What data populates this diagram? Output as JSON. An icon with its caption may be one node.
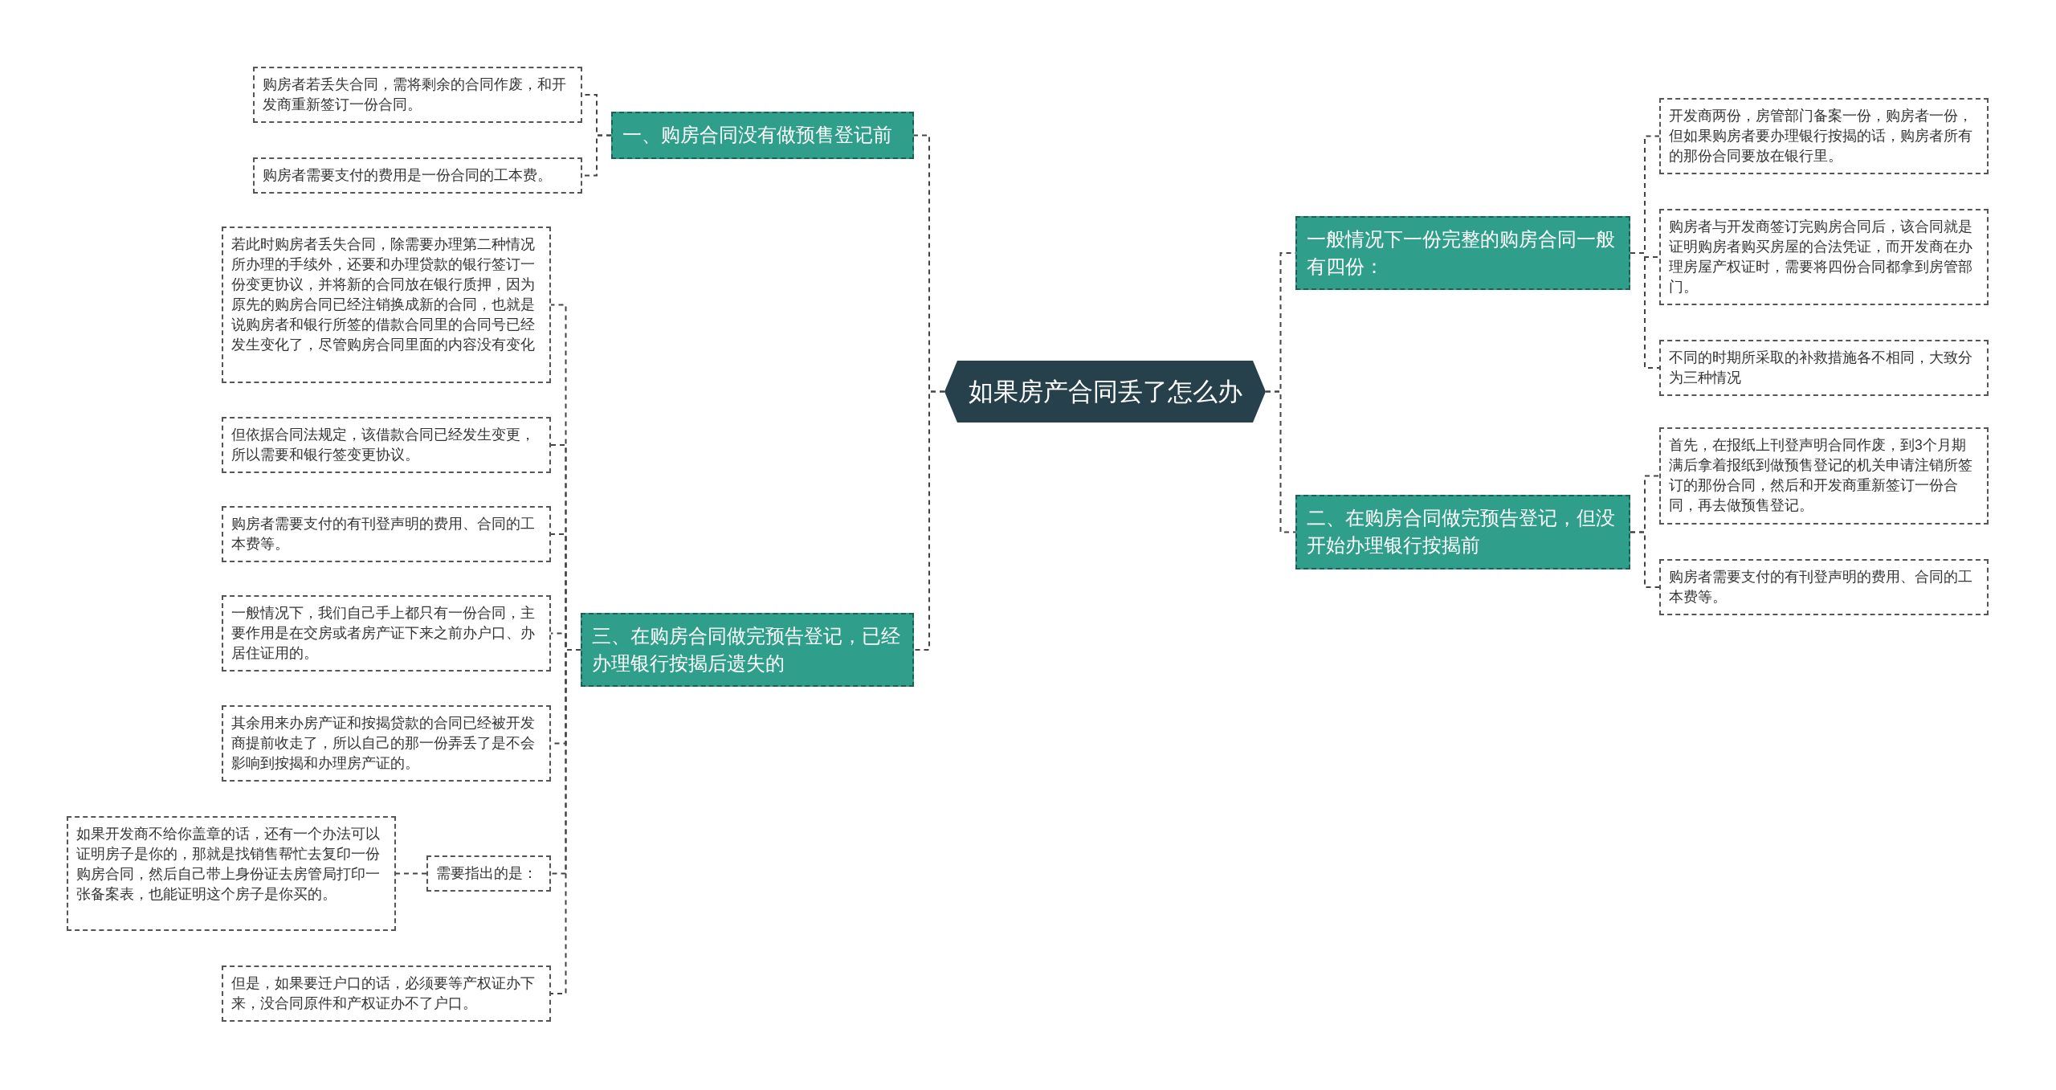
{
  "diagram": {
    "nodes": [
      {
        "text": [
          "如果房产合同丢了怎么办"
        ]
      },
      {
        "text": [
          "一、购房合同没有做预售登记前"
        ]
      },
      {
        "text": [
          "购房者若丢失合同，需将剩余的合同作废，和开发商重新签订一份合同。"
        ]
      },
      {
        "text": [
          "购房者需要支付的费用是一份合同的工本费。"
        ]
      },
      {
        "text": [
          "三、在购房合同做完预告登记，已经办理银行按揭后遗失的"
        ]
      },
      {
        "text": [
          "若此时购房者丢失合同，除需要办理第二种情况所办理的手续外，还要和办理贷款的银行签订一份变更协议，并将新的合同放在银行质押，因为原先的购房合同已经注销换成新的合同，也就是说购房者和银行所签的借款合同里的合同号已经发生变化了，尽管购房合同里面的内容没有变化"
        ]
      },
      {
        "text": [
          "但依据合同法规定，该借款合同已经发生变更，所以需要和银行签变更协议。"
        ]
      },
      {
        "text": [
          "购房者需要支付的有刊登声明的费用、合同的工本费等。"
        ]
      },
      {
        "text": [
          "一般情况下，我们自己手上都只有一份合同，主要作用是在交房或者房产证下来之前办户口、办居住证用的。"
        ]
      },
      {
        "text": [
          "其余用来办房产证和按揭贷款的合同已经被开发商提前收走了，所以自己的那一份弄丢了是不会影响到按揭和办理房产证的。"
        ]
      },
      {
        "text": [
          "需要指出的是："
        ]
      },
      {
        "text": [
          "如果开发商不给你盖章的话，还有一个办法可以证明房子是你的，那就是找销售帮忙去复印一份购房合同，然后自己带上身份证去房管局打印一张备案表，也能证明这个房子是你买的。"
        ]
      },
      {
        "text": [
          "但是，如果要迁户口的话，必须要等产权证办下来，没合同原件和产权证办不了户口。"
        ]
      },
      {
        "text": [
          "一般情况下一份完整的购房合同一般有四份："
        ]
      },
      {
        "text": [
          "开发商两份，房管部门备案一份，购房者一份，但如果购房者要办理银行按揭的话，购房者所有的那份合同要放在银行里。"
        ]
      },
      {
        "text": [
          "购房者与开发商签订完购房合同后，该合同就是证明购房者购买房屋的合法凭证，而开发商在办理房屋产权证时，需要将四份合同都拿到房管部门。"
        ]
      },
      {
        "text": [
          "不同的时期所采取的补救措施各不相同，大致分为三种情况"
        ]
      },
      {
        "text": [
          "二、在购房合同做完预告登记，但没开始办理银行按揭前"
        ]
      },
      {
        "text": [
          "首先，在报纸上刊登声明合同作废，到3个月期满后拿着报纸到做预售登记的机关申请注销所签订的那份合同，然后和开发商重新签订一份合同，再去做预售登记。"
        ]
      },
      {
        "text": [
          "购房者需要支付的有刊登声明的费用、合同的工本费等。"
        ]
      }
    ],
    "edges": [
      {
        "from": 0,
        "to": 1,
        "arrow": "none"
      },
      {
        "from": 1,
        "to": 2,
        "arrow": "none"
      },
      {
        "from": 1,
        "to": 3,
        "arrow": "none"
      },
      {
        "from": 0,
        "to": 4,
        "arrow": "none"
      },
      {
        "from": 4,
        "to": 5,
        "arrow": "none"
      },
      {
        "from": 4,
        "to": 6,
        "arrow": "none"
      },
      {
        "from": 4,
        "to": 7,
        "arrow": "none"
      },
      {
        "from": 4,
        "to": 8,
        "arrow": "none"
      },
      {
        "from": 4,
        "to": 9,
        "arrow": "none"
      },
      {
        "from": 4,
        "to": 10,
        "arrow": "none"
      },
      {
        "from": 10,
        "to": 11,
        "arrow": "none"
      },
      {
        "from": 4,
        "to": 12,
        "arrow": "none"
      },
      {
        "from": 0,
        "to": 13,
        "arrow": "none"
      },
      {
        "from": 13,
        "to": 14,
        "arrow": "none"
      },
      {
        "from": 13,
        "to": 15,
        "arrow": "none"
      },
      {
        "from": 13,
        "to": 16,
        "arrow": "none"
      },
      {
        "from": 0,
        "to": 17,
        "arrow": "none"
      },
      {
        "from": 17,
        "to": 18,
        "arrow": "none"
      },
      {
        "from": 17,
        "to": 19,
        "arrow": "none"
      }
    ]
  }
}
